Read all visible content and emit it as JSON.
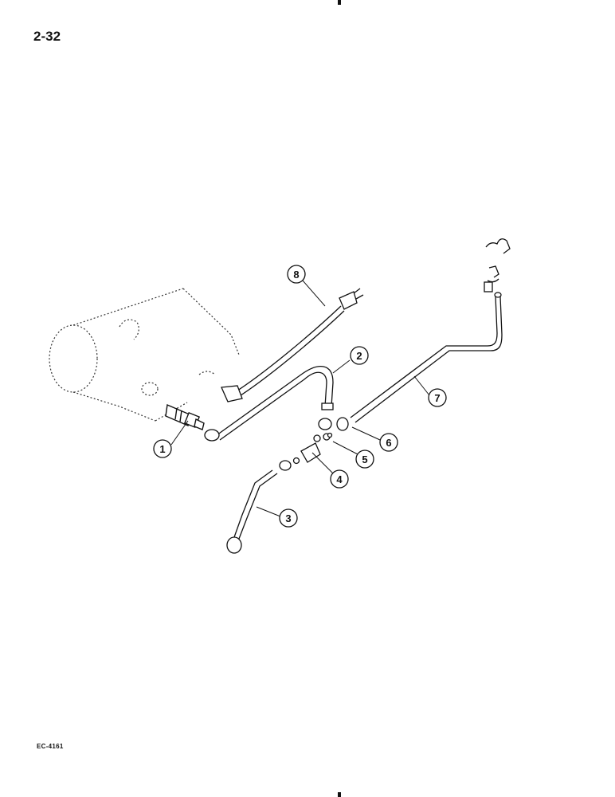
{
  "page": {
    "number": "2-32",
    "figure_code": "EC-4161"
  },
  "callouts": [
    {
      "id": "callout-1",
      "label": "1"
    },
    {
      "id": "callout-2",
      "label": "2"
    },
    {
      "id": "callout-3",
      "label": "3"
    },
    {
      "id": "callout-4",
      "label": "4"
    },
    {
      "id": "callout-5",
      "label": "5"
    },
    {
      "id": "callout-6",
      "label": "6"
    },
    {
      "id": "callout-7",
      "label": "7"
    },
    {
      "id": "callout-8",
      "label": "8"
    }
  ]
}
